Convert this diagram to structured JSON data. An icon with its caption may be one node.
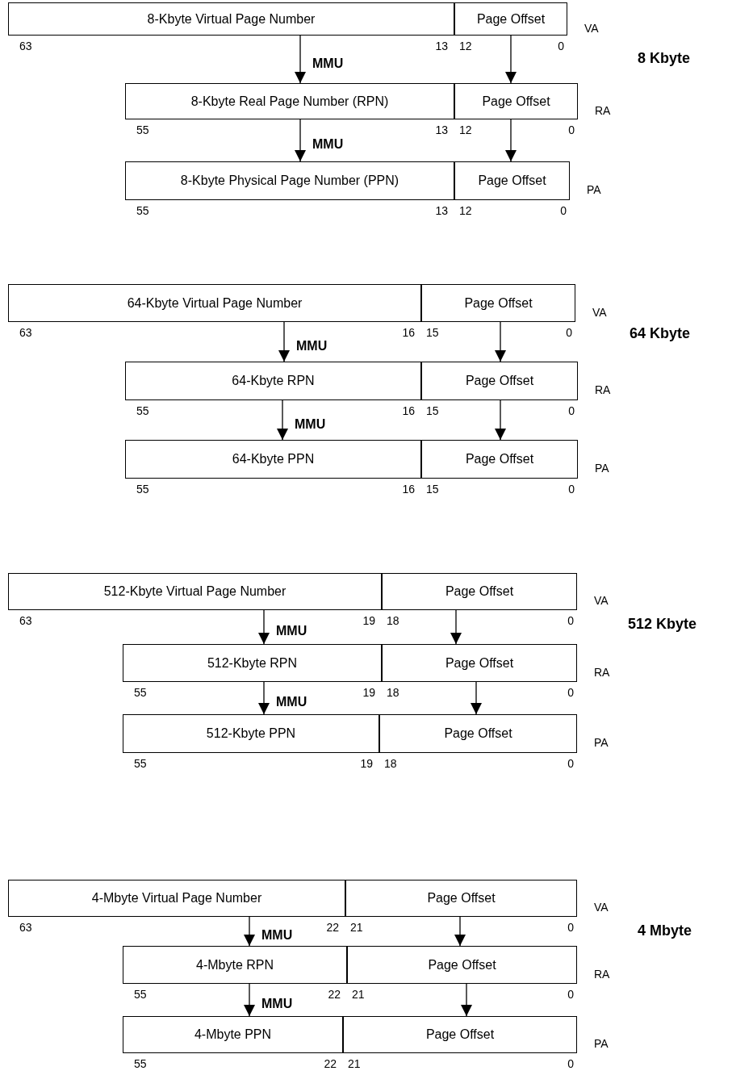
{
  "diagram": {
    "nodes": [
      {
        "text": [
          "8-Kbyte Virtual Page Number"
        ]
      },
      {
        "text": [
          "Page Offset"
        ],
        "beside": [
          "VA"
        ]
      },
      {
        "text": [
          "8-Kbyte Real Page Number (RPN)"
        ]
      },
      {
        "text": [
          "Page Offset"
        ],
        "beside": [
          "RA"
        ]
      },
      {
        "text": [
          "8-Kbyte Physical Page Number (PPN)"
        ]
      },
      {
        "text": [
          "Page Offset"
        ],
        "beside": [
          "PA"
        ]
      },
      {
        "text": [
          "64-Kbyte Virtual Page Number"
        ]
      },
      {
        "text": [
          "Page Offset"
        ],
        "beside": [
          "VA"
        ]
      },
      {
        "text": [
          "64-Kbyte RPN"
        ]
      },
      {
        "text": [
          "Page Offset"
        ],
        "beside": [
          "RA"
        ]
      },
      {
        "text": [
          "64-Kbyte PPN"
        ]
      },
      {
        "text": [
          "Page Offset"
        ],
        "beside": [
          "PA"
        ]
      },
      {
        "text": [
          "512-Kbyte Virtual Page Number"
        ]
      },
      {
        "text": [
          "Page Offset"
        ],
        "beside": [
          "VA"
        ]
      },
      {
        "text": [
          "512-Kbyte RPN"
        ]
      },
      {
        "text": [
          "Page Offset"
        ],
        "beside": [
          "RA"
        ]
      },
      {
        "text": [
          "512-Kbyte PPN"
        ]
      },
      {
        "text": [
          "Page Offset"
        ],
        "beside": [
          "PA"
        ]
      },
      {
        "text": [
          "4-Mbyte Virtual Page Number"
        ]
      },
      {
        "text": [
          "Page Offset"
        ],
        "beside": [
          "VA"
        ]
      },
      {
        "text": [
          "4-Mbyte RPN"
        ]
      },
      {
        "text": [
          "Page Offset"
        ],
        "beside": [
          "RA"
        ]
      },
      {
        "text": [
          "4-Mbyte PPN"
        ]
      },
      {
        "text": [
          "Page Offset"
        ],
        "beside": [
          "PA"
        ]
      }
    ],
    "edges": [
      {
        "from": 0,
        "to": 2,
        "arrow": "to",
        "label": "MMU"
      },
      {
        "from": 1,
        "to": 3,
        "arrow": "to"
      },
      {
        "from": 2,
        "to": 4,
        "arrow": "to",
        "label": "MMU"
      },
      {
        "from": 3,
        "to": 5,
        "arrow": "to"
      },
      {
        "from": 6,
        "to": 8,
        "arrow": "to",
        "label": "MMU"
      },
      {
        "from": 7,
        "to": 9,
        "arrow": "to"
      },
      {
        "from": 8,
        "to": 10,
        "arrow": "to",
        "label": "MMU"
      },
      {
        "from": 9,
        "to": 11,
        "arrow": "to"
      },
      {
        "from": 12,
        "to": 14,
        "arrow": "to",
        "label": "MMU"
      },
      {
        "from": 13,
        "to": 15,
        "arrow": "to"
      },
      {
        "from": 14,
        "to": 16,
        "arrow": "to",
        "label": "MMU"
      },
      {
        "from": 15,
        "to": 17,
        "arrow": "to"
      },
      {
        "from": 18,
        "to": 20,
        "arrow": "to",
        "label": "MMU"
      },
      {
        "from": 19,
        "to": 21,
        "arrow": "to"
      },
      {
        "from": 20,
        "to": 22,
        "arrow": "to",
        "label": "MMU"
      },
      {
        "from": 21,
        "to": 23,
        "arrow": "to"
      }
    ],
    "labels": [
      "63",
      "13",
      "12",
      "0",
      "8 Kbyte",
      "55",
      "13",
      "12",
      "0",
      "55",
      "13",
      "12",
      "0",
      "63",
      "16",
      "15",
      "0",
      "64 Kbyte",
      "55",
      "16",
      "15",
      "0",
      "55",
      "16",
      "15",
      "0",
      "63",
      "19",
      "18",
      "0",
      "512 Kbyte",
      "55",
      "19",
      "18",
      "0",
      "55",
      "19",
      "18",
      "0",
      "63",
      "22",
      "21",
      "0",
      "4 Mbyte",
      "55",
      "22",
      "21",
      "0",
      "55",
      "22",
      "21",
      "0"
    ]
  }
}
